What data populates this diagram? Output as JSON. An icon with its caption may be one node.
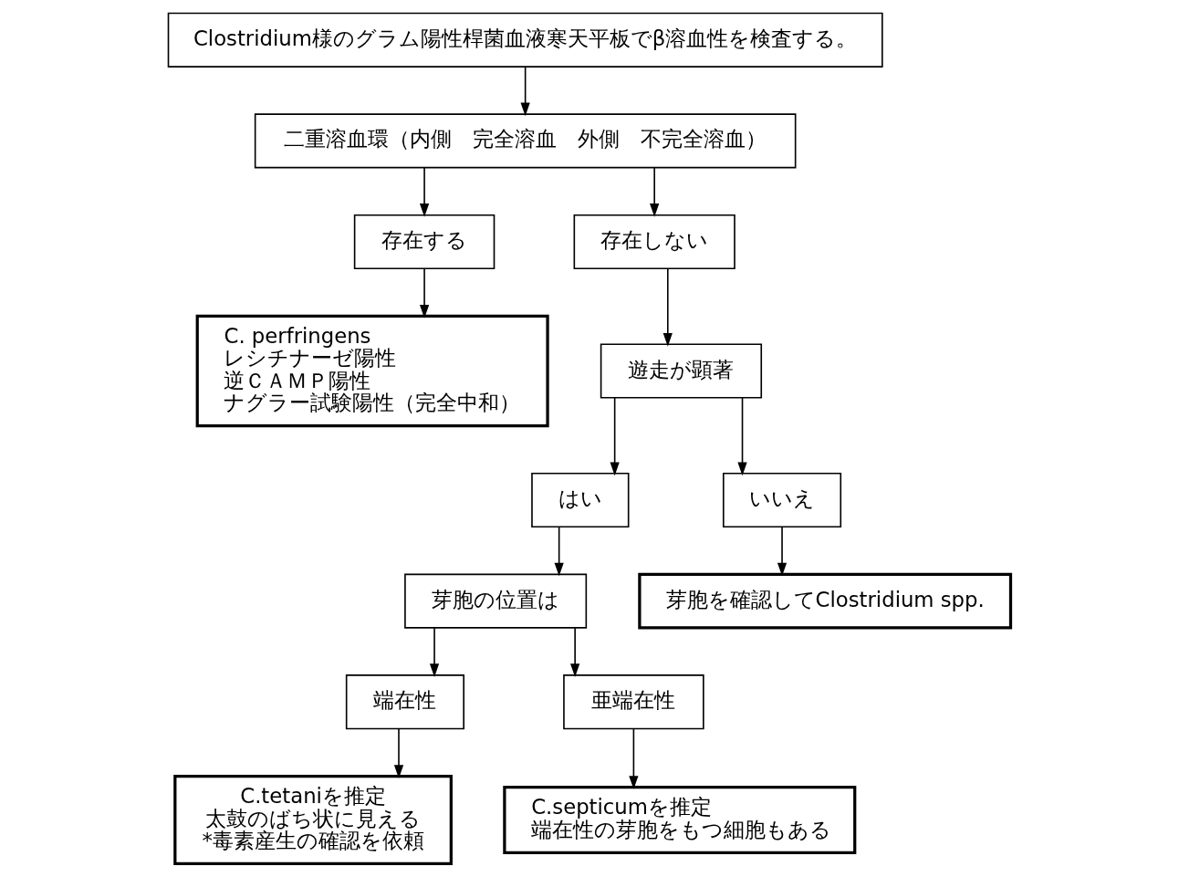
{
  "diagram": {
    "nodes": [
      {
        "text": [
          "Clostridium様のグラム陽性桿菌血液寒天平板でβ溶血性を検査する。"
        ]
      },
      {
        "text": [
          "二重溶血環（内側　完全溶血　外側　不完全溶血）"
        ]
      },
      {
        "text": [
          "存在する"
        ]
      },
      {
        "text": [
          "存在しない"
        ]
      },
      {
        "text": [
          "C. perfringens",
          "レシチナーゼ陽性",
          "逆ＣＡＭＰ陽性",
          "ナグラー試験陽性（完全中和）"
        ]
      },
      {
        "text": [
          "遊走が顕著"
        ]
      },
      {
        "text": [
          "はい"
        ]
      },
      {
        "text": [
          "いいえ"
        ]
      },
      {
        "text": [
          "芽胞の位置は"
        ]
      },
      {
        "text": [
          "芽胞を確認してClostridium spp."
        ]
      },
      {
        "text": [
          "端在性"
        ]
      },
      {
        "text": [
          "亜端在性"
        ]
      },
      {
        "text": [
          "C.tetaniを推定",
          "太鼓のばち状に見える",
          "*毒素産生の確認を依頼"
        ]
      },
      {
        "text": [
          "C.septicumを推定",
          "端在性の芽胞をもつ細胞もある"
        ]
      }
    ],
    "edges": [
      {
        "from": 0,
        "to": 1,
        "arrow": "to"
      },
      {
        "from": 1,
        "to": 2,
        "arrow": "to"
      },
      {
        "from": 1,
        "to": 3,
        "arrow": "to"
      },
      {
        "from": 2,
        "to": 4,
        "arrow": "to"
      },
      {
        "from": 3,
        "to": 5,
        "arrow": "to"
      },
      {
        "from": 5,
        "to": 6,
        "arrow": "to"
      },
      {
        "from": 5,
        "to": 7,
        "arrow": "to"
      },
      {
        "from": 6,
        "to": 8,
        "arrow": "to"
      },
      {
        "from": 7,
        "to": 9,
        "arrow": "to"
      },
      {
        "from": 8,
        "to": 10,
        "arrow": "to"
      },
      {
        "from": 8,
        "to": 11,
        "arrow": "to"
      },
      {
        "from": 10,
        "to": 12,
        "arrow": "to"
      },
      {
        "from": 11,
        "to": 13,
        "arrow": "to"
      }
    ]
  }
}
